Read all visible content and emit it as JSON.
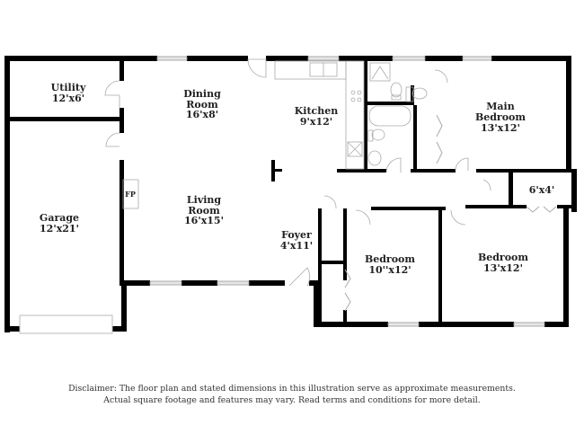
{
  "rooms": {
    "utility": {
      "name": "Utility",
      "size": "12'x6'"
    },
    "garage": {
      "name": "Garage",
      "size": "12'x21'"
    },
    "dining": {
      "name_line1": "Dining",
      "name_line2": "Room",
      "size": "16'x8'"
    },
    "kitchen": {
      "name": "Kitchen",
      "size": "9'x12'"
    },
    "main_bedroom": {
      "name_line1": "Main",
      "name_line2": "Bedroom",
      "size": "13'x12'"
    },
    "living": {
      "name_line1": "Living",
      "name_line2": "Room",
      "size": "16'x15'"
    },
    "foyer": {
      "name": "Foyer",
      "size": "4'x11'"
    },
    "bedroom2": {
      "name": "Bedroom",
      "size": "10''x12'"
    },
    "bedroom3": {
      "name": "Bedroom",
      "size": "13'x12'"
    },
    "closet": {
      "size": "6'x4'"
    },
    "fireplace": {
      "label": "FP"
    }
  },
  "disclaimer": {
    "line1": "Disclaimer: The floor plan and stated dimensions in this illustration serve as approximate measurements.",
    "line2": "Actual square footage and features may vary. Read terms and conditions for more detail."
  },
  "colors": {
    "wall": "#000000",
    "fixture": "#aaaaaa",
    "window": "#dddddd",
    "background": "#ffffff"
  }
}
